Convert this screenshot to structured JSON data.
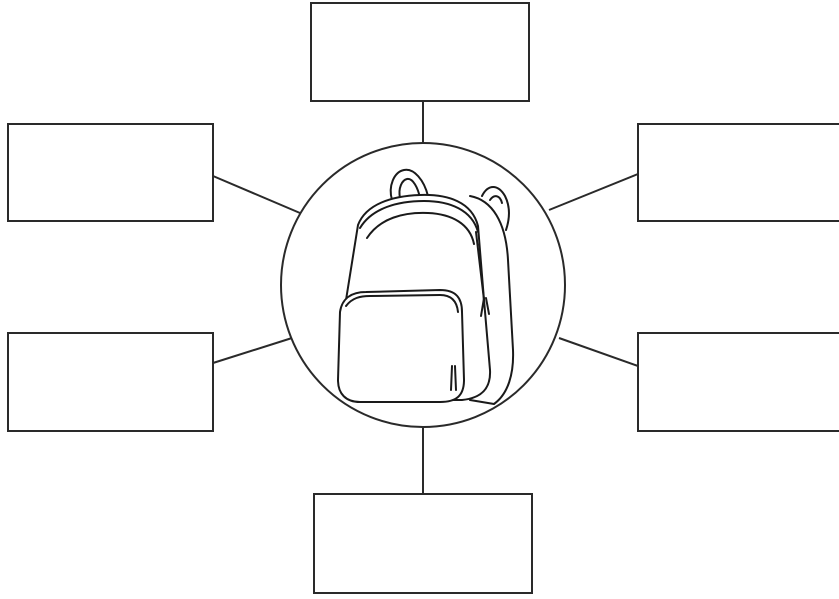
{
  "diagram": {
    "type": "spider-map",
    "center_image": "backpack-illustration",
    "boxes": [
      {
        "id": "top",
        "text": ""
      },
      {
        "id": "upper-left",
        "text": ""
      },
      {
        "id": "upper-right",
        "text": ""
      },
      {
        "id": "lower-left",
        "text": ""
      },
      {
        "id": "lower-right",
        "text": ""
      },
      {
        "id": "bottom",
        "text": ""
      }
    ],
    "colors": {
      "stroke": "#2a2a2a",
      "background": "#ffffff"
    }
  }
}
